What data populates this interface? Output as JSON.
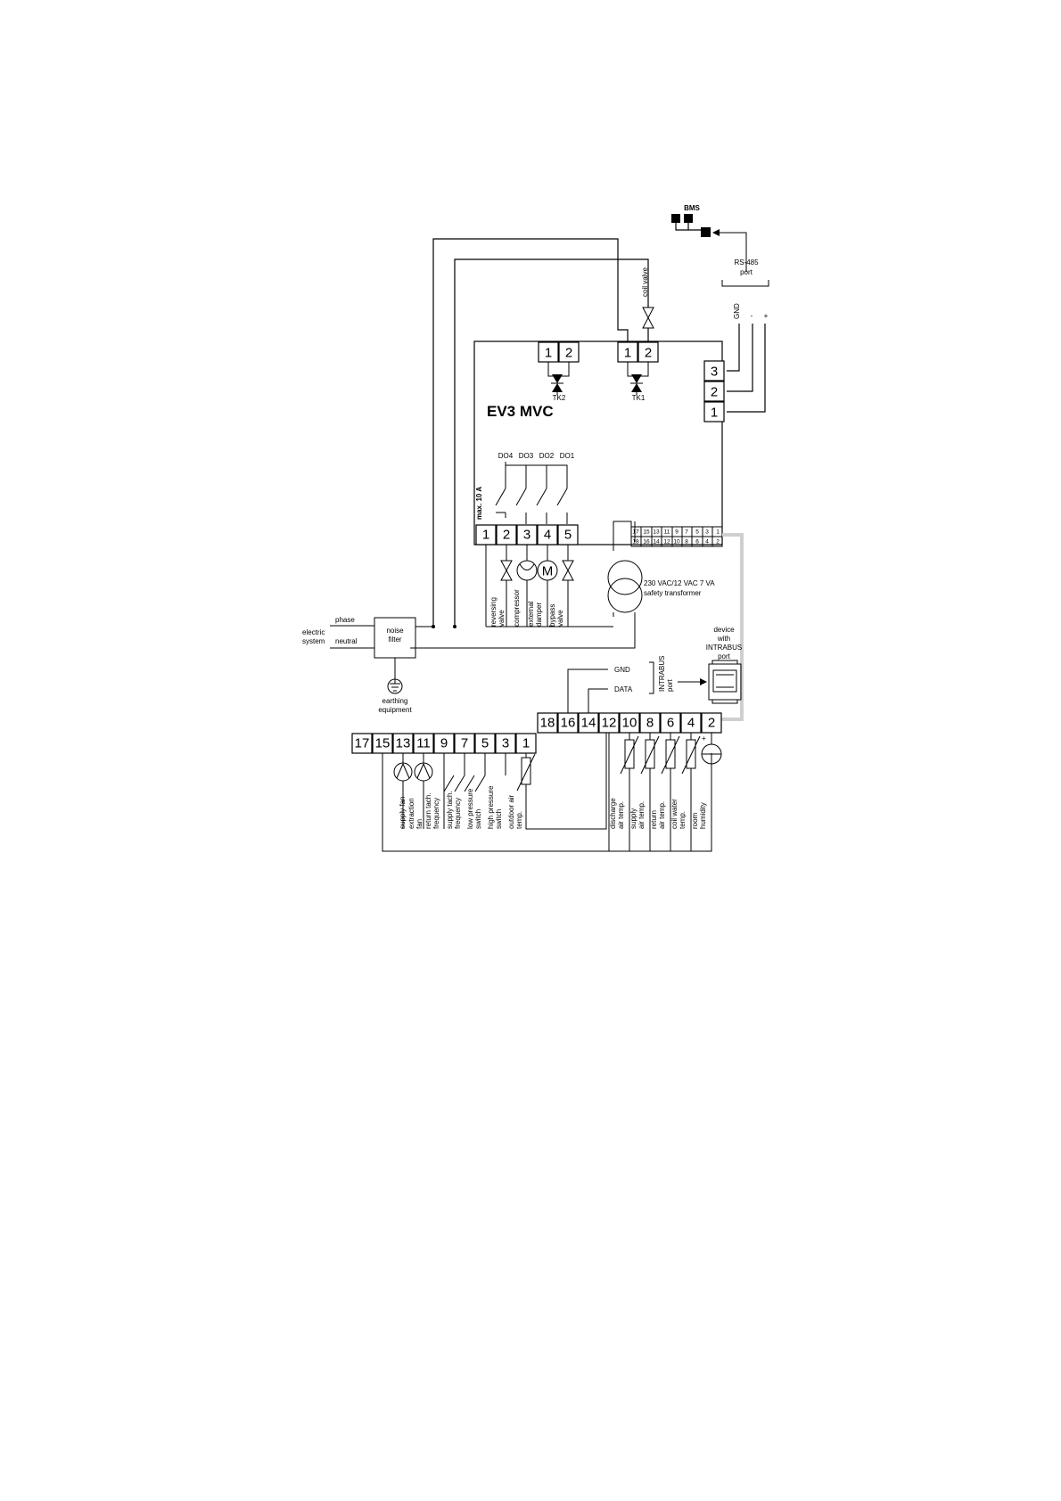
{
  "controller": {
    "title": "EV3 MVC",
    "max_current": "max. 10 A"
  },
  "bms": {
    "label": "BMS",
    "port": "RS-485\nport",
    "pins": [
      "GND",
      "-",
      "+"
    ],
    "terminals": [
      "3",
      "2",
      "1"
    ]
  },
  "coil_valve": "coil valve",
  "triacs": {
    "tk2": "TK2",
    "tk1": "TK1",
    "tk2_terminals": [
      "1",
      "2"
    ],
    "tk1_terminals": [
      "1",
      "2"
    ]
  },
  "relays": [
    "DO4",
    "DO3",
    "DO2",
    "DO1"
  ],
  "relay_terminals": [
    "1",
    "2",
    "3",
    "4",
    "5"
  ],
  "connector": {
    "top": [
      "17",
      "15",
      "13",
      "11",
      "9",
      "7",
      "5",
      "3",
      "1"
    ],
    "bottom": [
      "18",
      "16",
      "14",
      "12",
      "10",
      "8",
      "6",
      "4",
      "2"
    ]
  },
  "loads": [
    "reversing\nvalve",
    "compressor",
    "external\ndamper",
    "bypass\nvalve"
  ],
  "motor_symbol": "M",
  "transformer": "230 VAC/12 VAC 7 VA\nsafety transformer",
  "power": {
    "phase": "phase",
    "neutral": "neutral",
    "system": "electric\nsystem",
    "filter": "noise\nfilter",
    "earth": "earthing\nequipment"
  },
  "intrabus": {
    "gnd": "GND",
    "data": "DATA",
    "port": "INTRABUS\nport",
    "device": "device\nwith\nINTRABUS\nport"
  },
  "even_terminals": [
    "18",
    "16",
    "14",
    "12",
    "10",
    "8",
    "6",
    "4",
    "2"
  ],
  "odd_terminals": [
    "17",
    "15",
    "13",
    "11",
    "9",
    "7",
    "5",
    "3",
    "1"
  ],
  "odd_labels": [
    "supply fan",
    "extraction\nfan",
    "return tach.\nfrequency",
    "supply tach.\nfrequency",
    "low pressure\nswitch",
    "high pressure\nswitch",
    "outdoor air\ntemp."
  ],
  "even_labels": [
    "discharge\nair temp.",
    "supply\nair temp.",
    "return\nair temp.",
    "coil water\ntemp.",
    "room\nhumidity"
  ],
  "polarity_plus": "+"
}
